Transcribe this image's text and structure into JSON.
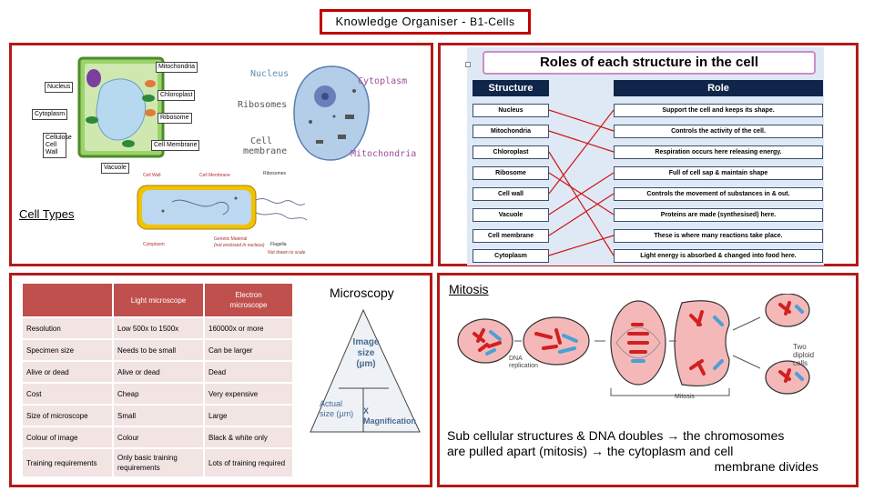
{
  "header": {
    "title_main": "Knowledge Organiser -",
    "title_sub": "B1-Cells"
  },
  "cell_types": {
    "label": "Cell Types",
    "plant_labels": [
      "Nucleus",
      "Cytoplasm",
      "Cellulose Cell Wall",
      "Mitochondria",
      "Chloroplast",
      "Ribosome",
      "Cell Membrane",
      "Vacuole"
    ],
    "animal_labels": {
      "nucleus": "Nucleus",
      "ribosomes": "Ribosomes",
      "cell_membrane": "Cell membrane",
      "cytoplasm": "Cytoplasm",
      "mitochondria": "Mitochondria"
    },
    "bacteria_labels": {
      "cell_wall": "Cell Wall",
      "cell_membrane": "Cell Membrane",
      "ribosomes": "Ribosomes",
      "cytoplasm": "Cytoplasm",
      "genetic": "Genetic Material",
      "genetic_note": "(not enclosed in nucleus)",
      "flagella": "Flagella",
      "flagella_note": "Not drawn to scale"
    }
  },
  "roles": {
    "title": "Roles of each structure in the cell",
    "header_structure": "Structure",
    "header_role": "Role",
    "structures": [
      "Nucleus",
      "Mitochondria",
      "Chloroplast",
      "Ribosome",
      "Cell wall",
      "Vacuole",
      "Cell membrane",
      "Cytoplasm"
    ],
    "roles": [
      "Support the cell and keeps its shape.",
      "Controls the activity of the cell.",
      "Respiration occurs here releasing energy.",
      "Full of cell sap & maintain shape",
      "Controls the movement of substances in & out.",
      "Proteins are made (synthesised) here.",
      "These is where many reactions take place.",
      "Light energy is absorbed & changed into food here."
    ]
  },
  "microscopy": {
    "title": "Microscopy",
    "table": {
      "headers": [
        "",
        "Light microscope",
        "Electron microscope"
      ],
      "rows": [
        [
          "Resolution",
          "Low 500x to 1500x",
          "160000x or more"
        ],
        [
          "Specimen size",
          "Needs to be small",
          "Can be larger"
        ],
        [
          "Alive or dead",
          "Alive or dead",
          "Dead"
        ],
        [
          "Cost",
          "Cheap",
          "Very expensive"
        ],
        [
          "Size of microscope",
          "Small",
          "Large"
        ],
        [
          "Colour of image",
          "Colour",
          "Black & white only"
        ],
        [
          "Training requirements",
          "Only basic training requirements",
          "Lots of training required"
        ]
      ]
    },
    "triangle": {
      "top": "Image size (µm)",
      "bottom_left": "Actual size (µm)",
      "bottom_right": "X Magnification"
    }
  },
  "mitosis": {
    "title": "Mitosis",
    "diagram_labels": {
      "dna": "DNA replication",
      "mitosis": "Mitosis",
      "two_cells": "Two diploid cells"
    },
    "text_line1": "Sub cellular structures & DNA doubles → the chromosomes",
    "text_line2": "are pulled apart (mitosis) → the cytoplasm and cell",
    "text_line3": "membrane divides"
  },
  "colors": {
    "panel_border": "#b41a1a",
    "table_header": "#c0504d",
    "table_cell": "#f2e4e3",
    "roles_header": "#10254a",
    "link_lines": "#d01818"
  }
}
